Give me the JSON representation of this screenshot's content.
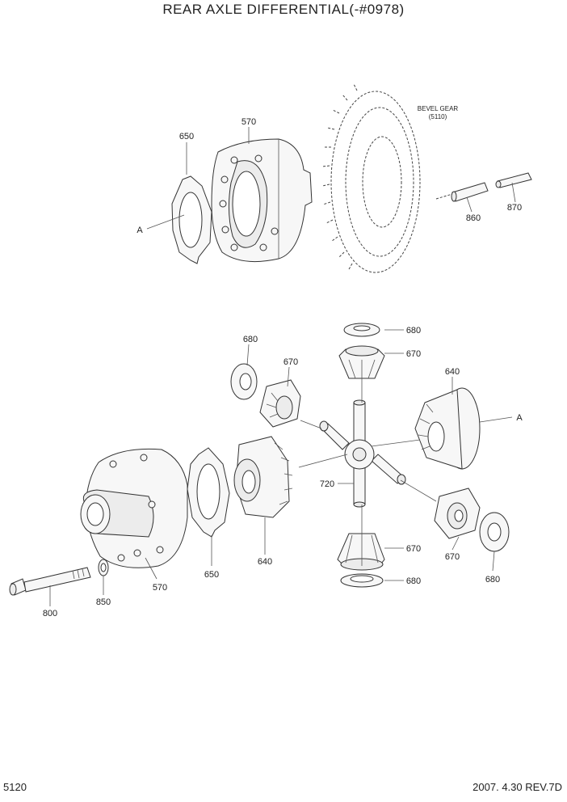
{
  "header": {
    "title": "REAR AXLE DIFFERENTIAL(-#0978)"
  },
  "footer": {
    "page_number": "5120",
    "revision": "2007. 4.30  REV.7D"
  },
  "reference": {
    "name": "BEVEL GEAR",
    "code": "(5110)"
  },
  "callouts": {
    "c650_top": "650",
    "c570_top": "570",
    "ref_a_left": "A",
    "c860": "860",
    "c870": "870",
    "c680_top": "680",
    "c670_top": "670",
    "c680_left": "680",
    "c670_left": "670",
    "c640_right": "640",
    "ref_a_right": "A",
    "c720": "720",
    "c640_bottom": "640",
    "c650_bottom": "650",
    "c570_bottom": "570",
    "c850": "850",
    "c800": "800",
    "c670_low": "670",
    "c680_low": "680",
    "c670_right": "670",
    "c680_right": "680"
  }
}
